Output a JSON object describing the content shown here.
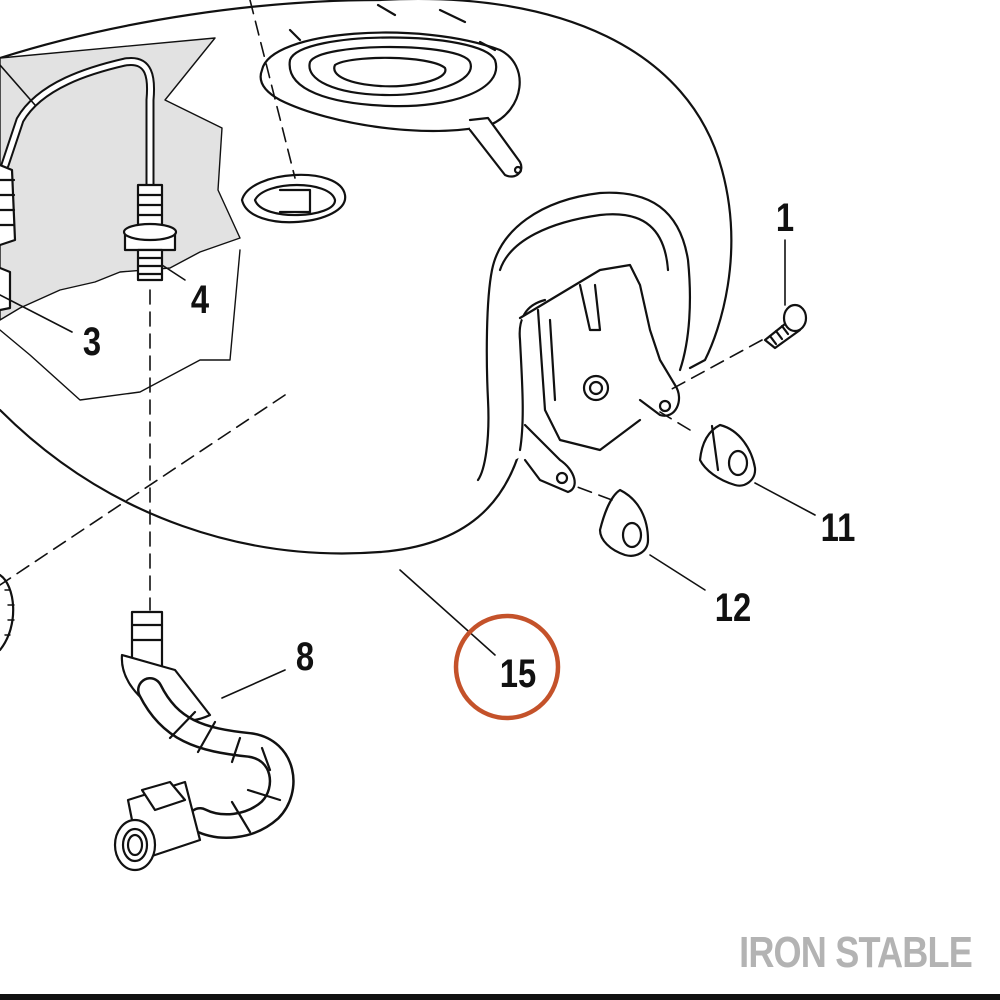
{
  "callouts": {
    "part_1": "1",
    "part_3": "3",
    "part_4": "4",
    "part_8": "8",
    "part_11": "11",
    "part_12": "12",
    "part_15": "15"
  },
  "highlighted_callout": "15",
  "watermark": "IRON STABLE",
  "colors": {
    "line": "#111111",
    "highlight_ring": "#c4522a",
    "shaded_panel": "#e2e2e2",
    "watermark": "#b3b3b3",
    "background": "#ffffff"
  }
}
